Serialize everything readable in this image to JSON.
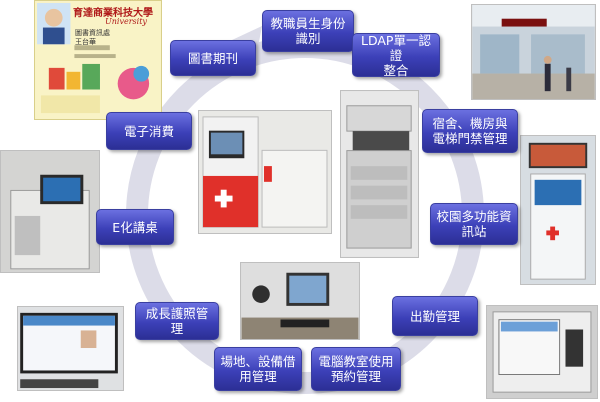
{
  "nodes": {
    "n1": "教職員生身份\n識別",
    "n2": "LDAP單一認證\n整合",
    "n3": "宿舍、機房與\n電梯門禁管理",
    "n4": "校園多功能資\n訊站",
    "n5": "出勤管理",
    "n6": "電腦教室使用\n預約管理",
    "n7": "場地、設備借\n用管理",
    "n8": "成長護照管理",
    "n9": "E化講桌",
    "n10": "電子消費",
    "n11": "圖書期刊"
  },
  "id_card": {
    "school": "育達商業科技大學",
    "school_en": "University",
    "dept": "圖書資訊處",
    "name": "王台華"
  },
  "colors": {
    "node_top": "#6b70e0",
    "node_bottom": "#2c2f95",
    "ring": "#dcdce8",
    "kiosk_red": "#e0302a"
  }
}
